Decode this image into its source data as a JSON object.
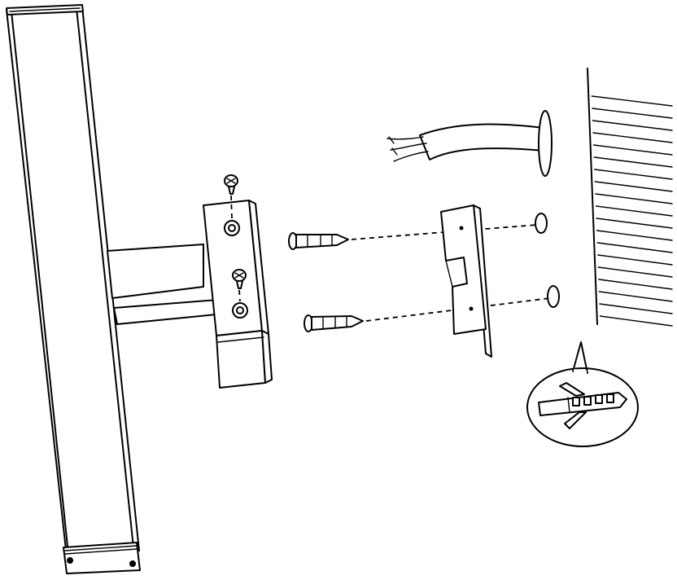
{
  "diagram": {
    "title": "",
    "components": [
      {
        "id": "light-bar",
        "icon": "wall-light-bar"
      },
      {
        "id": "mounting-arm",
        "icon": "mounting-arm"
      },
      {
        "id": "arm-screw-top",
        "icon": "screw-icon"
      },
      {
        "id": "arm-screw-bottom",
        "icon": "screw-icon"
      },
      {
        "id": "wall-screw-top",
        "icon": "screw-icon"
      },
      {
        "id": "wall-screw-bottom",
        "icon": "screw-icon"
      },
      {
        "id": "wall-bracket",
        "icon": "bracket-icon"
      },
      {
        "id": "power-cable",
        "icon": "cable-icon"
      },
      {
        "id": "wall",
        "icon": "wall-icon"
      },
      {
        "id": "wall-anchor-detail",
        "icon": "wall-plug-icon"
      }
    ],
    "colors": {
      "line": "#000000",
      "fill": "#ffffff"
    }
  }
}
